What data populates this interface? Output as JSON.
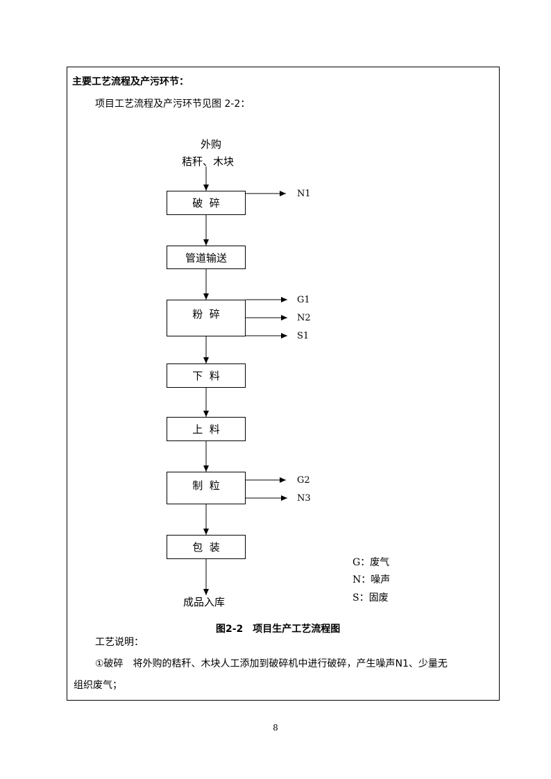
{
  "heading": "主要工艺流程及产污环节：",
  "intro": "项目工艺流程及产污环节见图 2-2：",
  "flow": {
    "source_line1": "外购",
    "source_line2": "秸秆、木块",
    "steps": [
      "破  碎",
      "管道输送",
      "粉  碎",
      "下  料",
      "上  料",
      "制  粒",
      "包  装"
    ],
    "end": "成品入库",
    "emissions": {
      "crush": [
        "N1"
      ],
      "pulverize": [
        "G1",
        "N2",
        "S1"
      ],
      "pellet": [
        "G2",
        "N3"
      ]
    }
  },
  "legend": [
    "G：废气",
    "N：噪声",
    "S：固废"
  ],
  "caption": "图2-2　项目生产工艺流程图",
  "notes_title": "工艺说明：",
  "note1_line1": "①破碎　将外购的秸秆、木块人工添加到破碎机中进行破碎，产生噪声N1、少量无",
  "note1_line2": "组织废气；",
  "page_number": "8"
}
